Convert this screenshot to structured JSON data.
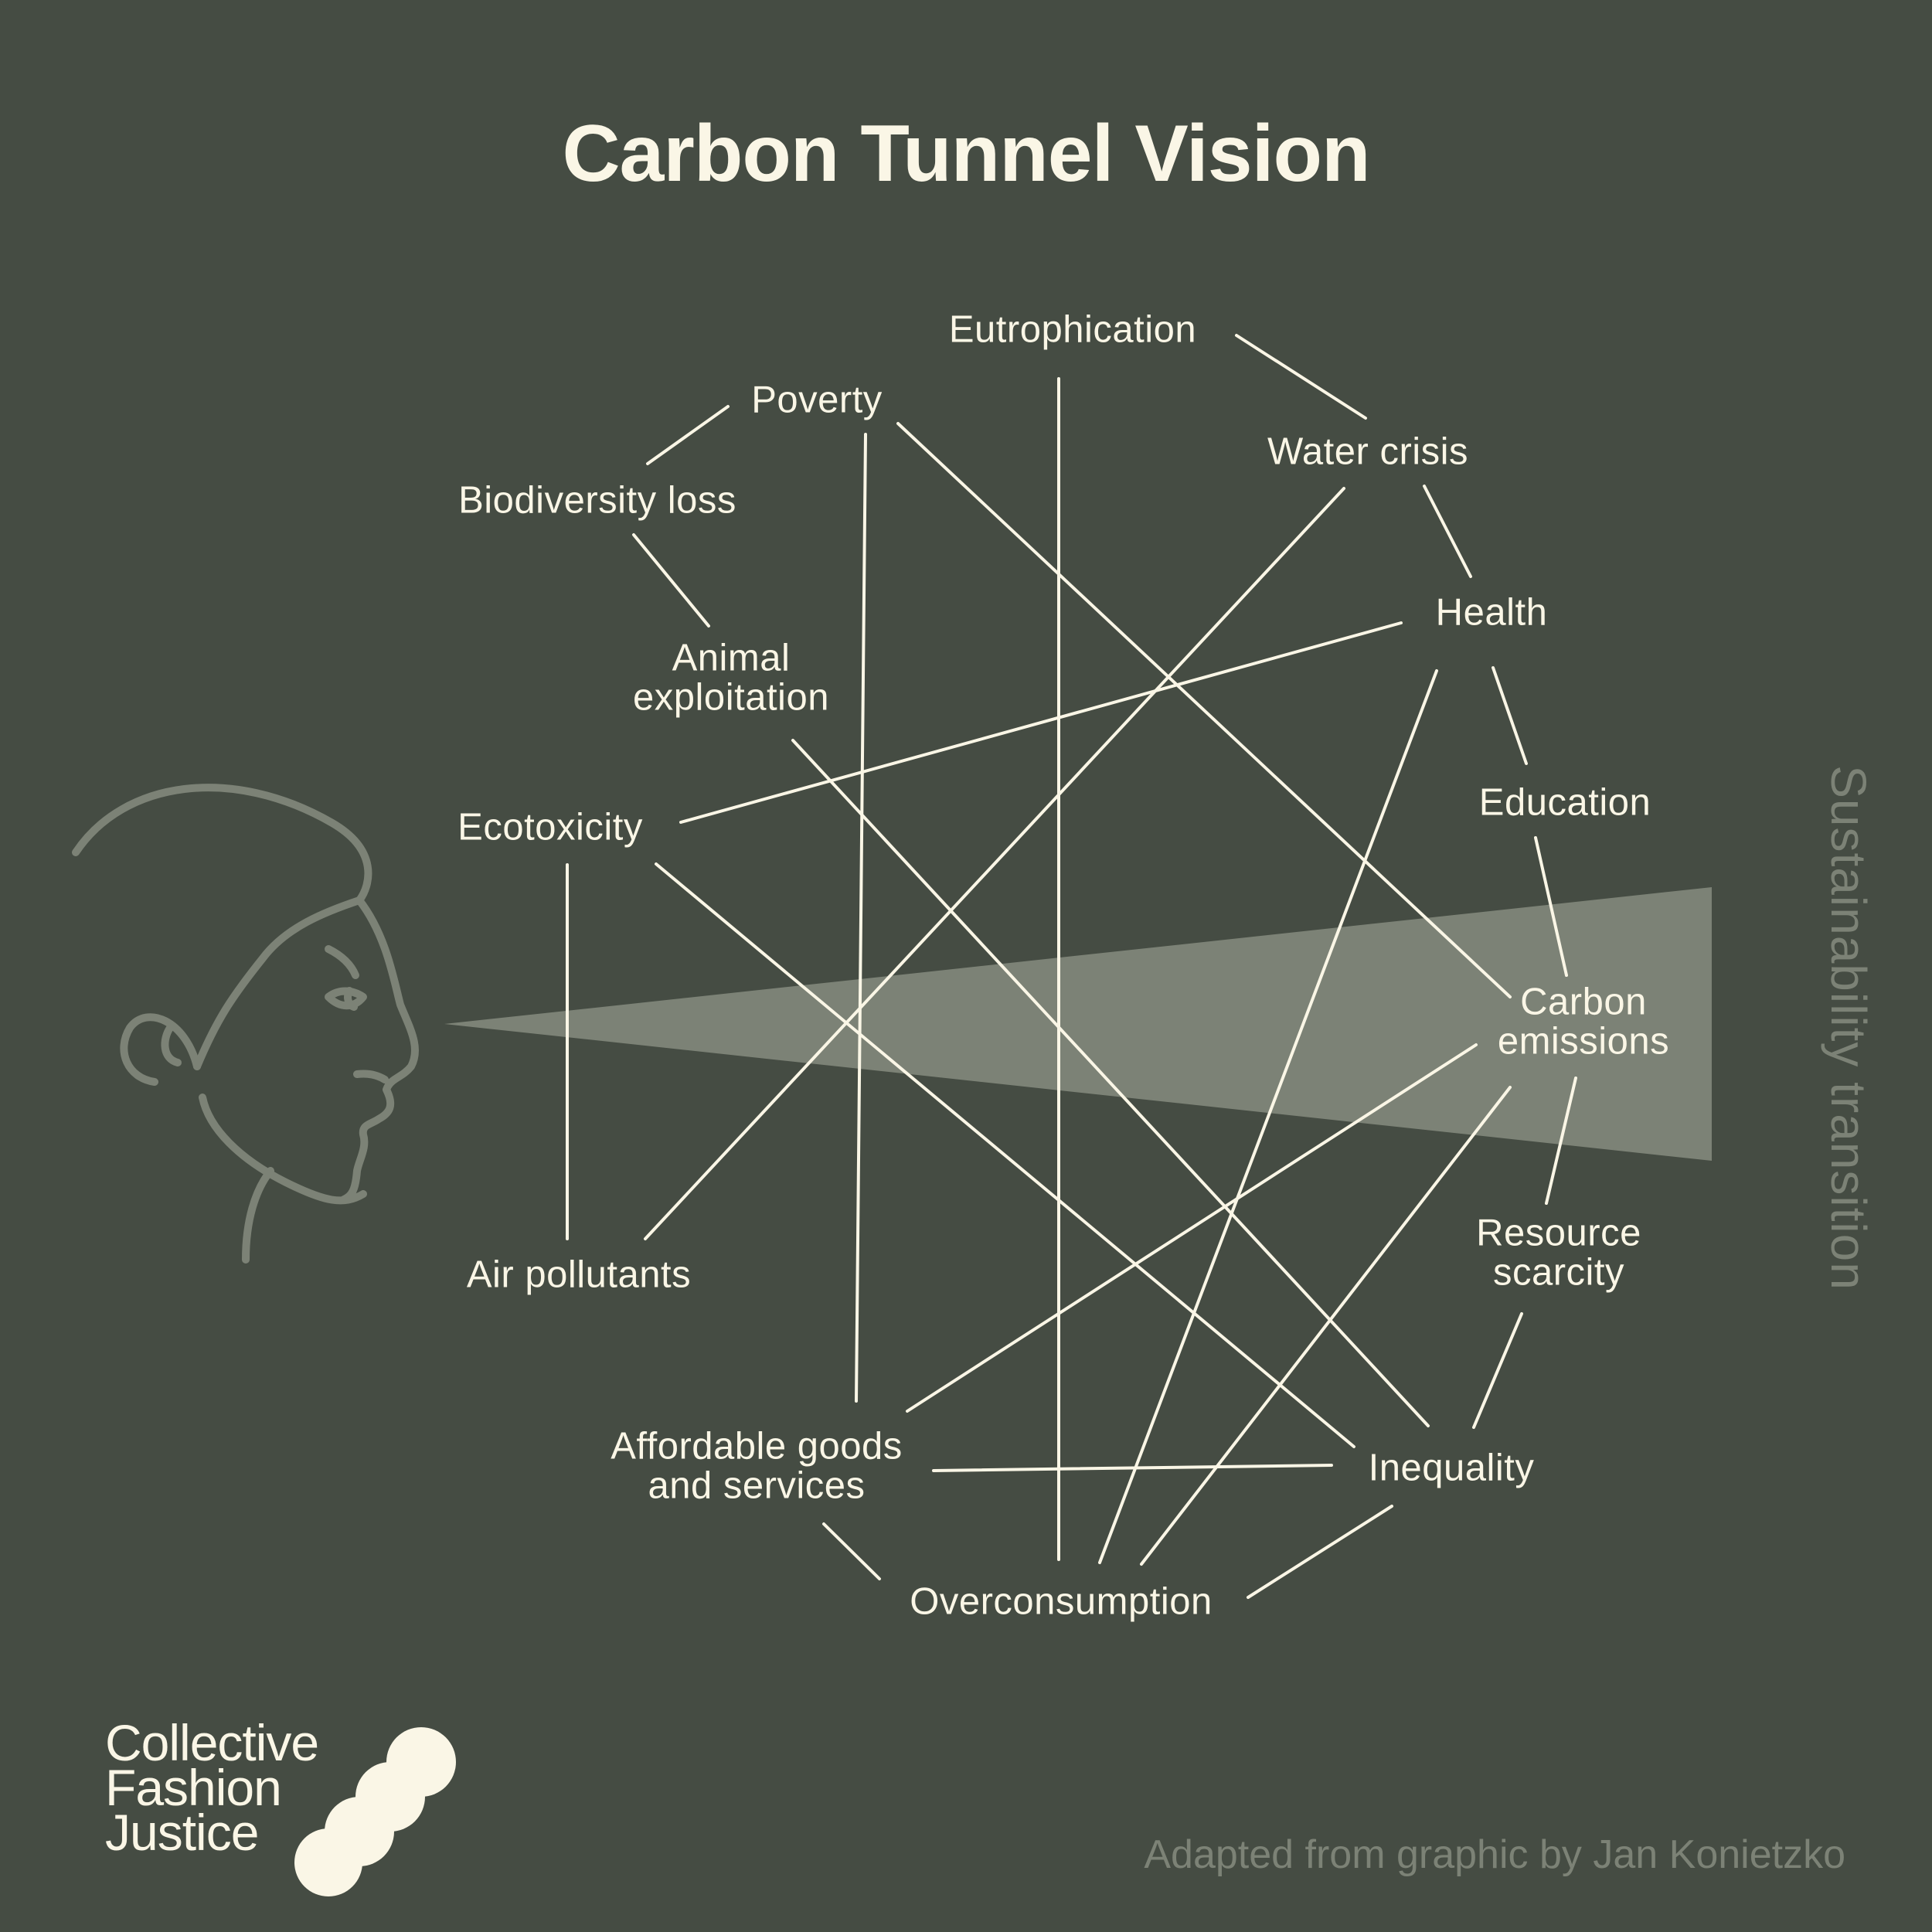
{
  "title": "Carbon Tunnel Vision",
  "side_label": "Sustainability transition",
  "brand": {
    "line1": "Collective",
    "line2": "Fashion",
    "line3": "Justice"
  },
  "credit": "Adapted from graphic by Jan Konietzko",
  "colors": {
    "background": "#454c43",
    "foreground": "#faf6e6",
    "muted": "#7c8276",
    "tunnel": "#7c8276"
  },
  "icons": [
    "human-head-profile-icon",
    "collective-fashion-justice-logo-icon"
  ],
  "nodes": [
    {
      "id": "eutrophication",
      "label": "Eutrophication"
    },
    {
      "id": "poverty",
      "label": "Poverty"
    },
    {
      "id": "water",
      "label": "Water crisis"
    },
    {
      "id": "biodiversity",
      "label": "Biodiversity loss"
    },
    {
      "id": "health",
      "label": "Health"
    },
    {
      "id": "animal",
      "label": "Animal\nexploitation"
    },
    {
      "id": "education",
      "label": "Education"
    },
    {
      "id": "ecotoxicity",
      "label": "Ecotoxicity"
    },
    {
      "id": "carbon",
      "label": "Carbon\nemissions"
    },
    {
      "id": "resource",
      "label": "Resource\nscarcity"
    },
    {
      "id": "air",
      "label": "Air pollutants"
    },
    {
      "id": "affordable",
      "label": "Affordable goods\nand services"
    },
    {
      "id": "inequality",
      "label": "Inequality"
    },
    {
      "id": "overconsumption",
      "label": "Overconsumption"
    }
  ]
}
